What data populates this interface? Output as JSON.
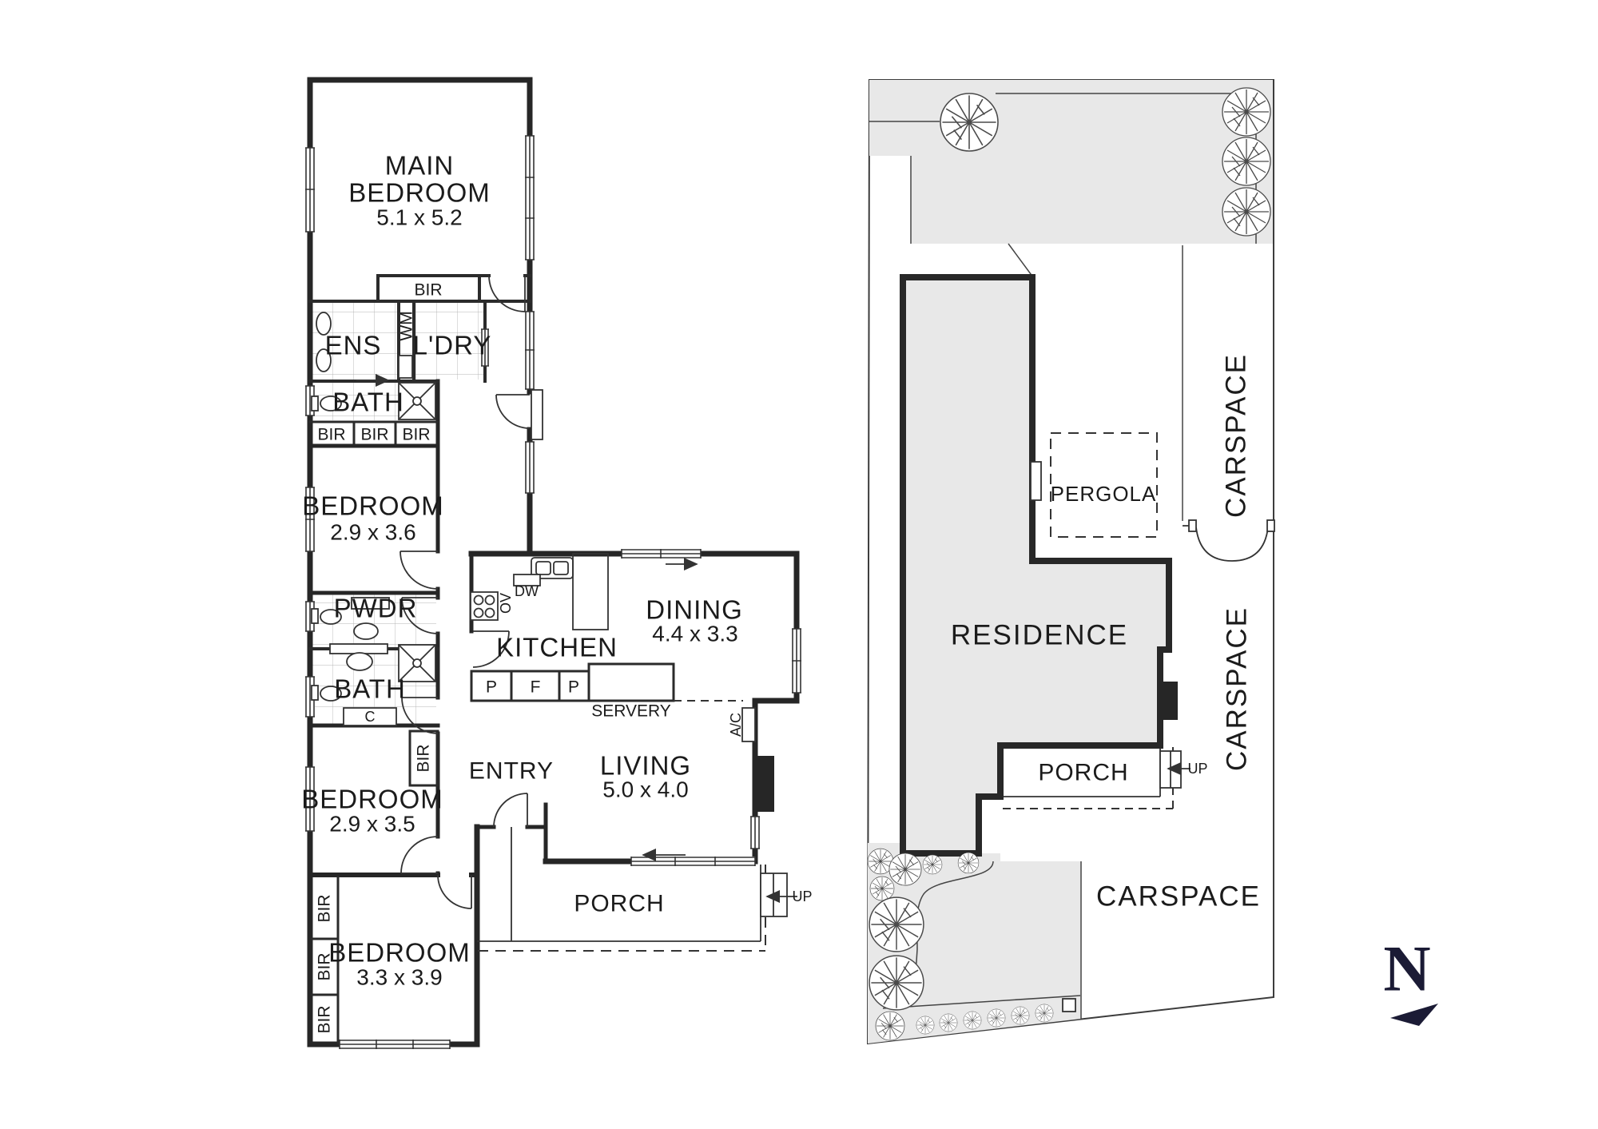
{
  "floor_plan": {
    "main_bedroom": {
      "line1": "MAIN",
      "line2": "BEDROOM",
      "dims": "5.1 x 5.2"
    },
    "ens": "ENS",
    "wm": "WM",
    "ldry": "L'DRY",
    "bir": "BIR",
    "bath": "BATH",
    "bedroom": "BEDROOM",
    "bedroom2_dims": "2.9 x 3.6",
    "pwdr": "PWDR",
    "cupboard": "C",
    "bedroom3_dims": "2.9 x 3.5",
    "bedroom4_dims": "3.3 x 3.9",
    "kitchen": "KITCHEN",
    "ov": "OV",
    "dw": "DW",
    "pantry": "P",
    "fridge": "F",
    "servery": "SERVERY",
    "dining": "DINING",
    "dining_dims": "4.4 x 3.3",
    "living": "LIVING",
    "living_dims": "5.0 x 4.0",
    "entry": "ENTRY",
    "porch": "PORCH",
    "ac": "A/C",
    "up": "UP"
  },
  "site_plan": {
    "residence": "RESIDENCE",
    "pergola": "PERGOLA",
    "carspace": "CARSPACE",
    "porch": "PORCH",
    "up": "UP"
  },
  "compass": {
    "north": "N"
  },
  "colors": {
    "wall": "#262626",
    "line": "#333333",
    "site_gray": "#e8e8e8",
    "compass_navy": "#1b1b35"
  }
}
